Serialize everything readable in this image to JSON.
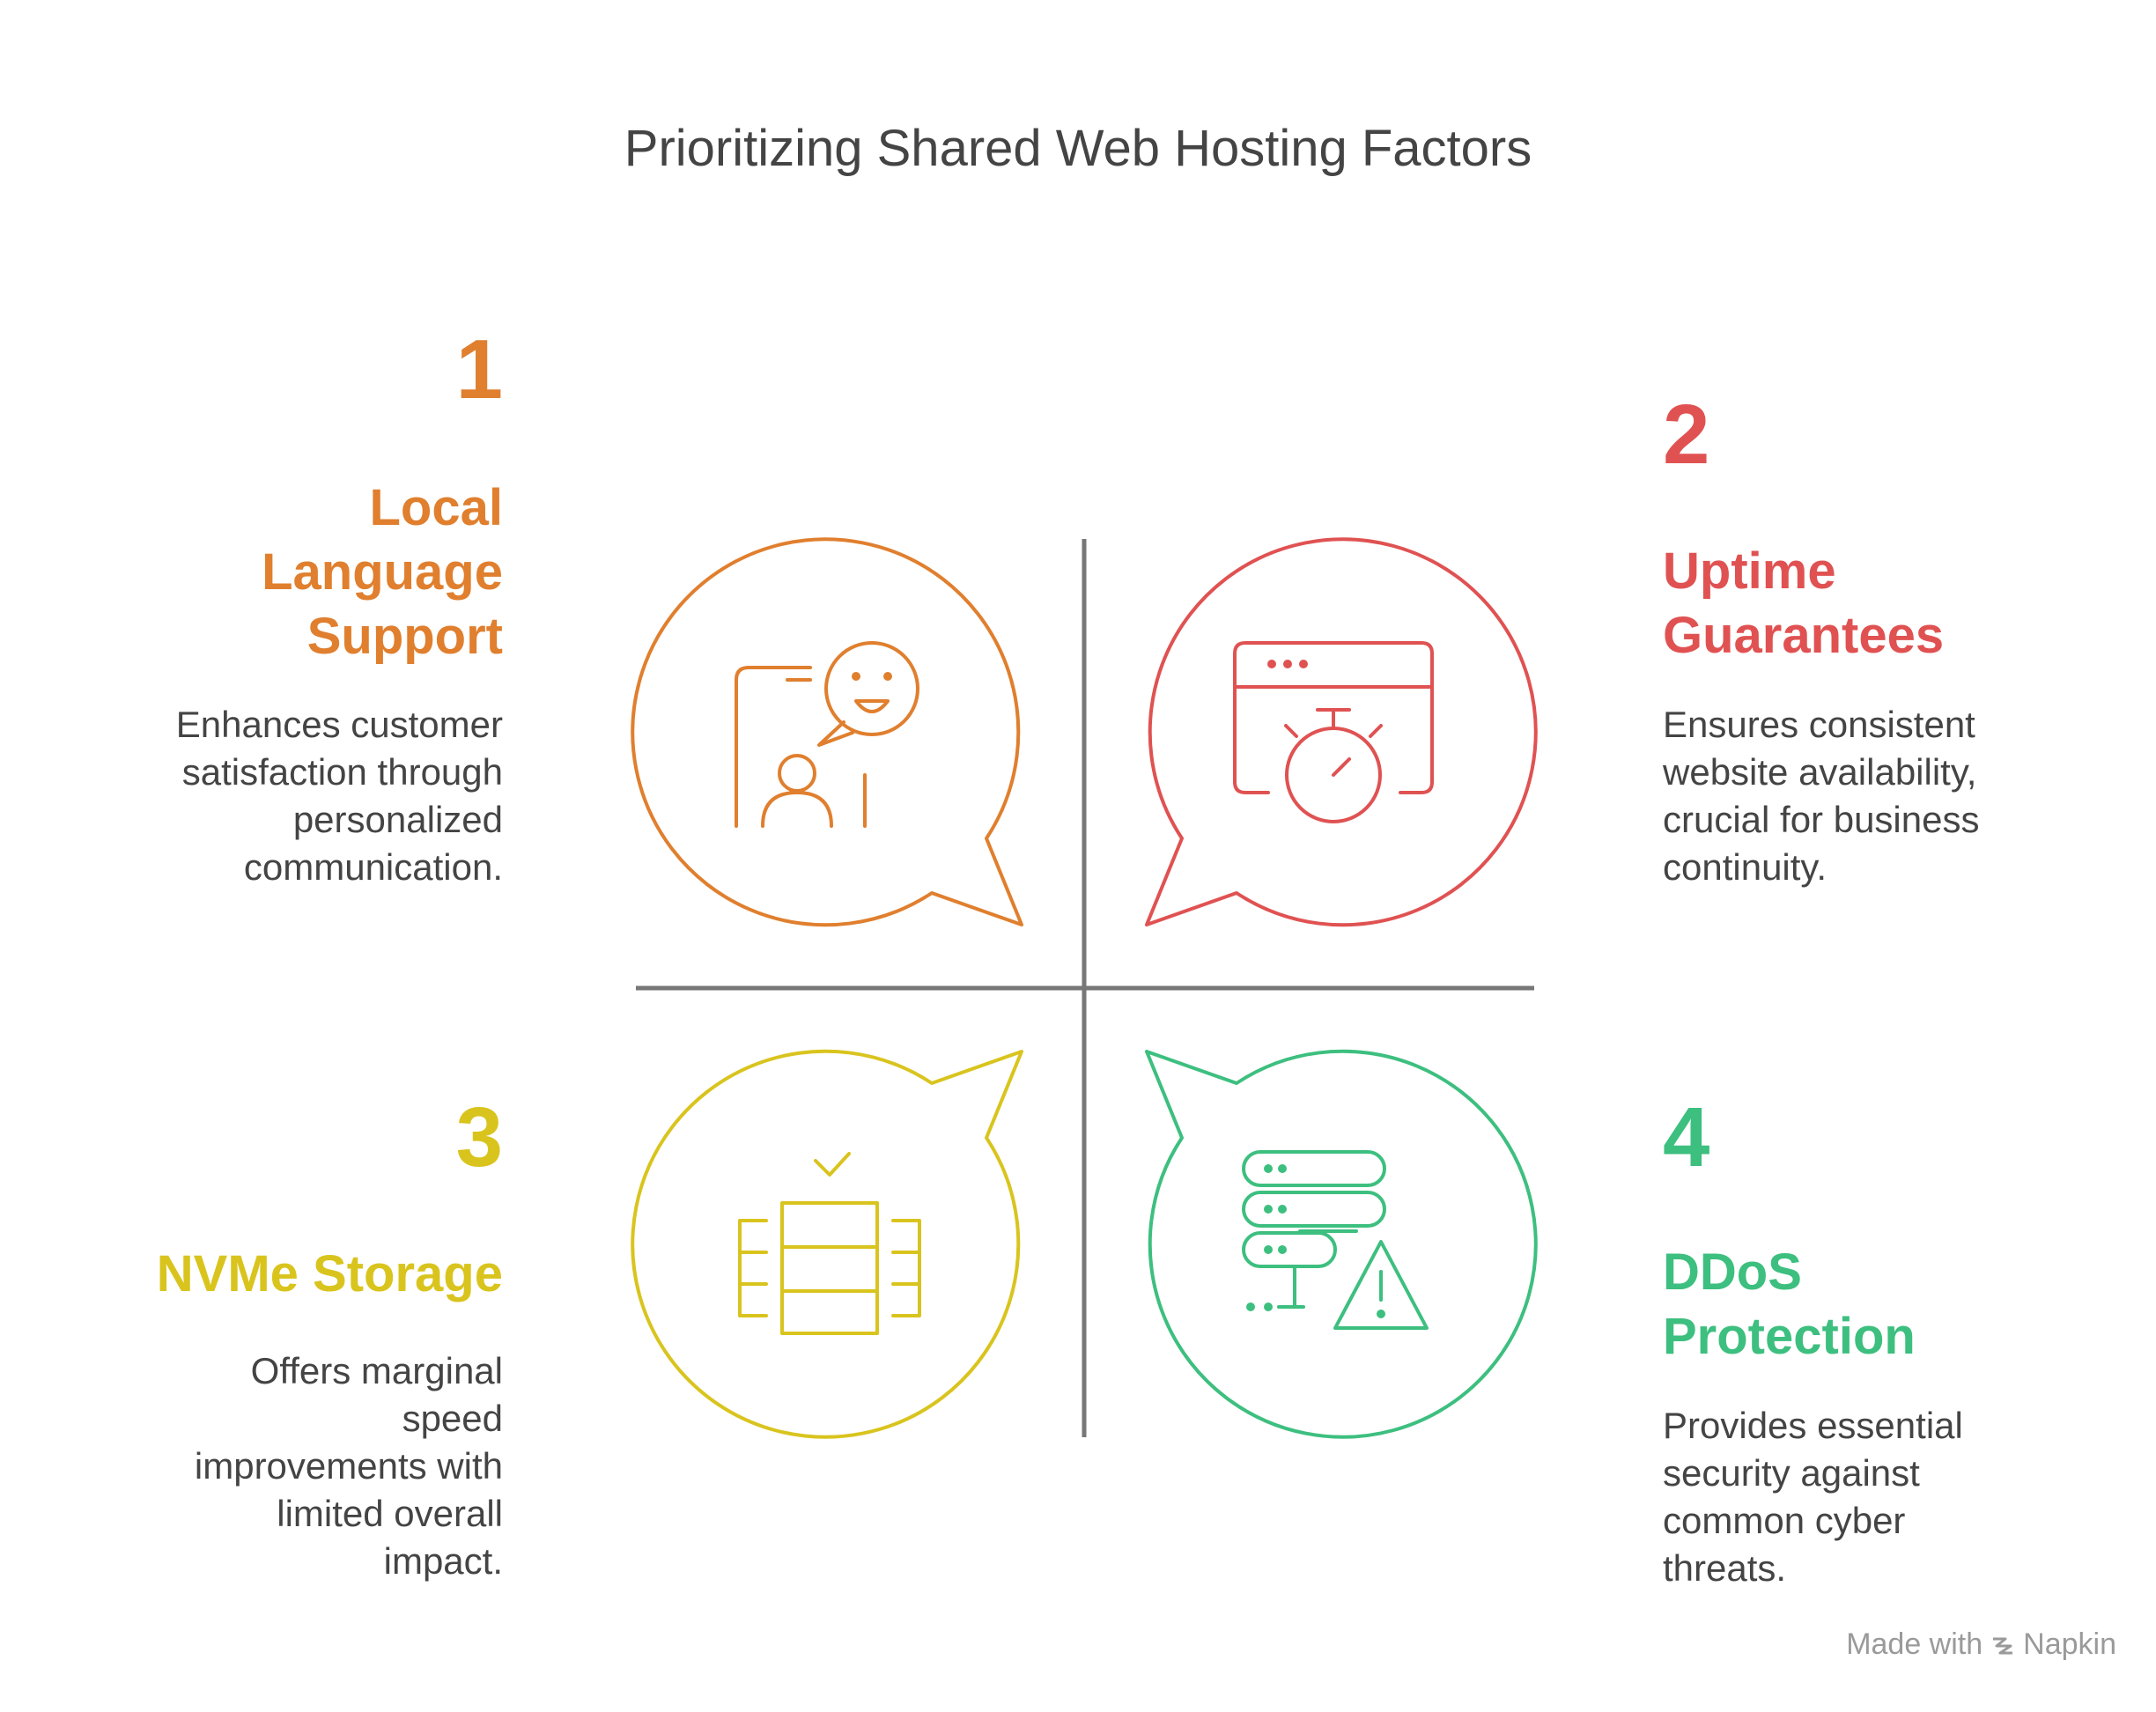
{
  "title": "Prioritizing Shared Web Hosting Factors",
  "colors": {
    "orange": "#E07F2E",
    "red": "#E05252",
    "yellow": "#D9C41E",
    "green": "#3DBF7F",
    "axis": "#777777",
    "text": "#444444"
  },
  "factors": [
    {
      "number": "1",
      "heading": [
        "Local",
        "Language",
        "Support"
      ],
      "description": [
        "Enhances customer",
        "satisfaction through",
        "personalized",
        "communication."
      ],
      "icon": "chat-person-icon"
    },
    {
      "number": "2",
      "heading": [
        "Uptime",
        "Guarantees"
      ],
      "description": [
        "Ensures consistent",
        "website availability,",
        "crucial for business",
        "continuity."
      ],
      "icon": "browser-stopwatch-icon"
    },
    {
      "number": "3",
      "heading": [
        "NVMe Storage"
      ],
      "description": [
        "Offers marginal",
        "speed",
        "improvements with",
        "limited overall",
        "impact."
      ],
      "icon": "storage-check-icon"
    },
    {
      "number": "4",
      "heading": [
        "DDoS",
        "Protection"
      ],
      "description": [
        "Provides essential",
        "security against",
        "common cyber",
        "threats."
      ],
      "icon": "server-warning-icon"
    }
  ],
  "credit": {
    "prefix": "Made with",
    "brand": "Napkin"
  }
}
